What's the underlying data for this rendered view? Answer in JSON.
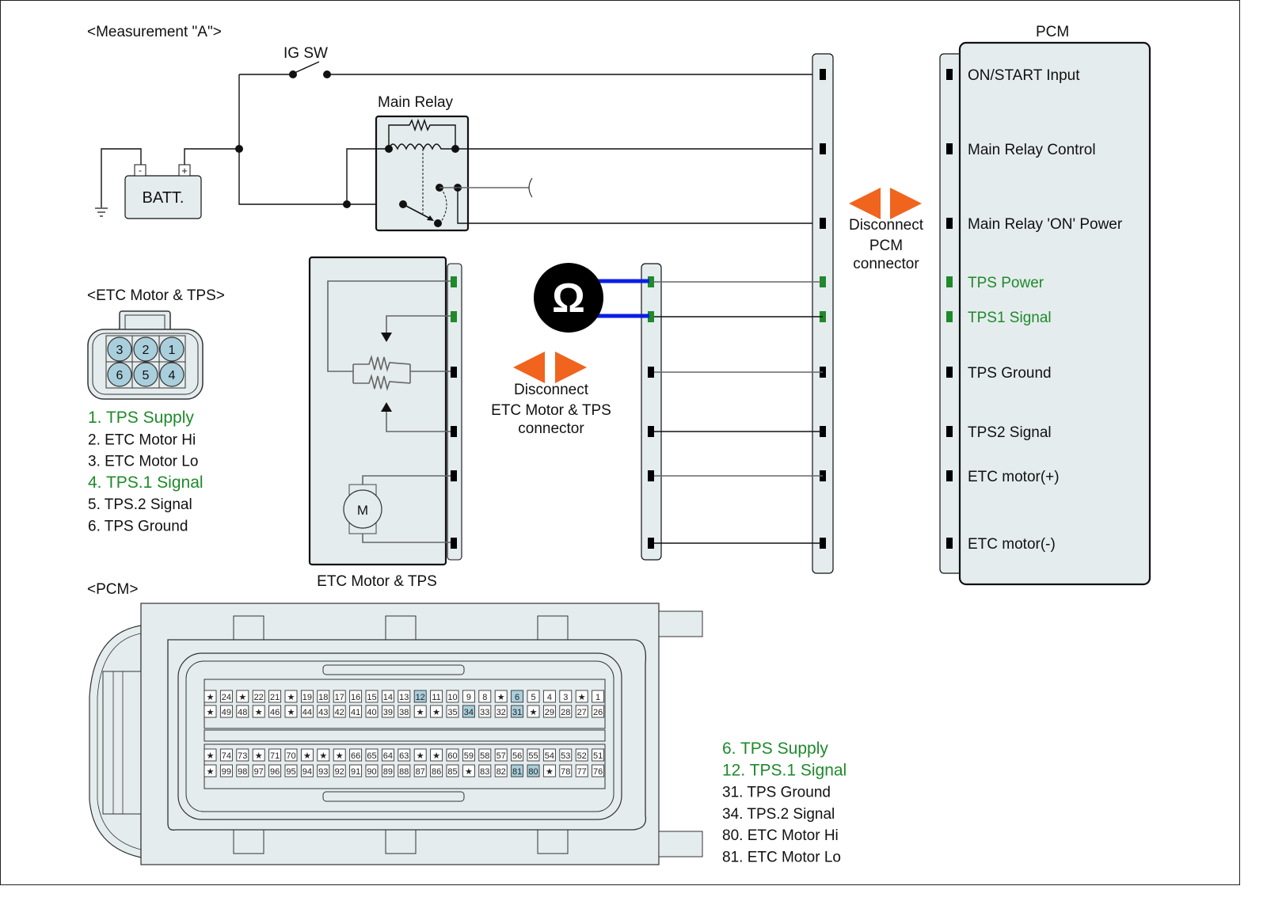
{
  "measurement_title": "<Measurement \"A\">",
  "ig_sw_label": "IG SW",
  "main_relay_label": "Main Relay",
  "battery": {
    "label": "BATT.",
    "neg": "-",
    "pos": "+"
  },
  "pcm_title": "PCM",
  "disconnect_pcm": [
    "Disconnect",
    "PCM",
    "connector"
  ],
  "disconnect_etc": [
    "Disconnect",
    "ETC Motor & TPS",
    "connector"
  ],
  "ohmmeter_symbol": "Ω",
  "etc_block_label": "ETC Motor & TPS",
  "motor_symbol": "M",
  "pcm_pins": [
    {
      "label": "ON/START Input",
      "highlight": false
    },
    {
      "label": "Main Relay Control",
      "highlight": false
    },
    {
      "label": "Main Relay 'ON' Power",
      "highlight": false
    },
    {
      "label": "TPS Power",
      "highlight": true
    },
    {
      "label": "TPS1 Signal",
      "highlight": true
    },
    {
      "label": "TPS Ground",
      "highlight": false
    },
    {
      "label": "TPS2 Signal",
      "highlight": false
    },
    {
      "label": "ETC motor(+)",
      "highlight": false
    },
    {
      "label": "ETC motor(-)",
      "highlight": false
    }
  ],
  "etc_connector": {
    "title": "<ETC Motor & TPS>",
    "top_row": [
      "3",
      "2",
      "1"
    ],
    "bottom_row": [
      "6",
      "5",
      "4"
    ],
    "legend": [
      {
        "text": "1. TPS Supply",
        "highlight": true
      },
      {
        "text": "2. ETC Motor Hi",
        "highlight": false
      },
      {
        "text": "3. ETC Motor Lo",
        "highlight": false
      },
      {
        "text": "4. TPS.1 Signal",
        "highlight": true
      },
      {
        "text": "5. TPS.2 Signal",
        "highlight": false
      },
      {
        "text": "6. TPS Ground",
        "highlight": false
      }
    ]
  },
  "pcm_connector": {
    "title": "<PCM>",
    "rows": [
      [
        "*",
        "24",
        "*",
        "22",
        "21",
        "*",
        "19",
        "18",
        "17",
        "16",
        "15",
        "14",
        "13",
        "12",
        "11",
        "10",
        "9",
        "8",
        "*",
        "6",
        "5",
        "4",
        "3",
        "*",
        "1"
      ],
      [
        "*",
        "49",
        "48",
        "*",
        "46",
        "*",
        "44",
        "43",
        "42",
        "41",
        "40",
        "39",
        "38",
        "*",
        "*",
        "35",
        "34",
        "33",
        "32",
        "31",
        "*",
        "29",
        "28",
        "27",
        "26"
      ],
      [
        "*",
        "74",
        "73",
        "*",
        "71",
        "70",
        "*",
        "*",
        "*",
        "66",
        "65",
        "64",
        "63",
        "*",
        "*",
        "60",
        "59",
        "58",
        "57",
        "56",
        "55",
        "54",
        "53",
        "52",
        "51"
      ],
      [
        "*",
        "99",
        "98",
        "97",
        "96",
        "95",
        "94",
        "93",
        "92",
        "91",
        "90",
        "89",
        "88",
        "87",
        "86",
        "85",
        "*",
        "83",
        "82",
        "81",
        "80",
        "*",
        "78",
        "77",
        "76"
      ]
    ],
    "highlighted_pins": [
      "6",
      "12",
      "31",
      "34",
      "80",
      "81"
    ],
    "legend": [
      {
        "text": "6. TPS Supply",
        "highlight": true
      },
      {
        "text": "12. TPS.1 Signal",
        "highlight": true
      },
      {
        "text": "31. TPS Ground",
        "highlight": false
      },
      {
        "text": "34. TPS.2 Signal",
        "highlight": false
      },
      {
        "text": "80. ETC Motor Hi",
        "highlight": false
      },
      {
        "text": "81. ETC Motor Lo",
        "highlight": false
      }
    ]
  },
  "colors": {
    "highlight_text": "#1e8a2a",
    "highlight_pin": "#1e8a2a",
    "probe_wire": "#0a1ee6",
    "disconnect_arrow": "#f0641e",
    "component_fill": "#e5ecee",
    "pin_highlight_fill": "#a9cfdc"
  }
}
